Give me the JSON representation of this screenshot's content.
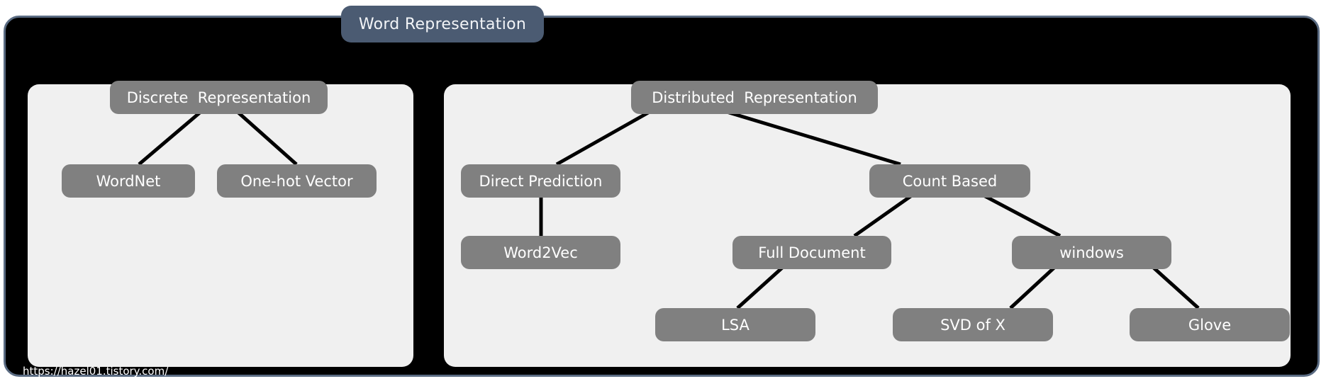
{
  "diagram": {
    "title": "Word Representation",
    "watermark": "https://hazel01.tistory.com/",
    "colors": {
      "board_background": "#000000",
      "board_border": "#5a6b82",
      "title_badge": "#4b5b72",
      "panel": "#f0f0f0",
      "node": "#808080",
      "node_text": "#ffffff",
      "edge": "#000000"
    },
    "branches": [
      {
        "id": "discrete",
        "root": "Discrete  Representation",
        "children": [
          "WordNet",
          "One-hot Vector"
        ]
      },
      {
        "id": "distributed",
        "root": "Distributed  Representation",
        "children": [
          "Direct Prediction",
          "Count Based"
        ]
      }
    ],
    "nodes": {
      "discrete_representation": "Discrete  Representation",
      "wordnet": "WordNet",
      "one_hot_vector": "One-hot Vector",
      "distributed_representation": "Distributed  Representation",
      "direct_prediction": "Direct Prediction",
      "word2vec": "Word2Vec",
      "count_based": "Count Based",
      "full_document": "Full Document",
      "windows": "windows",
      "lsa": "LSA",
      "svd_of_x": "SVD of X",
      "glove": "Glove"
    }
  }
}
